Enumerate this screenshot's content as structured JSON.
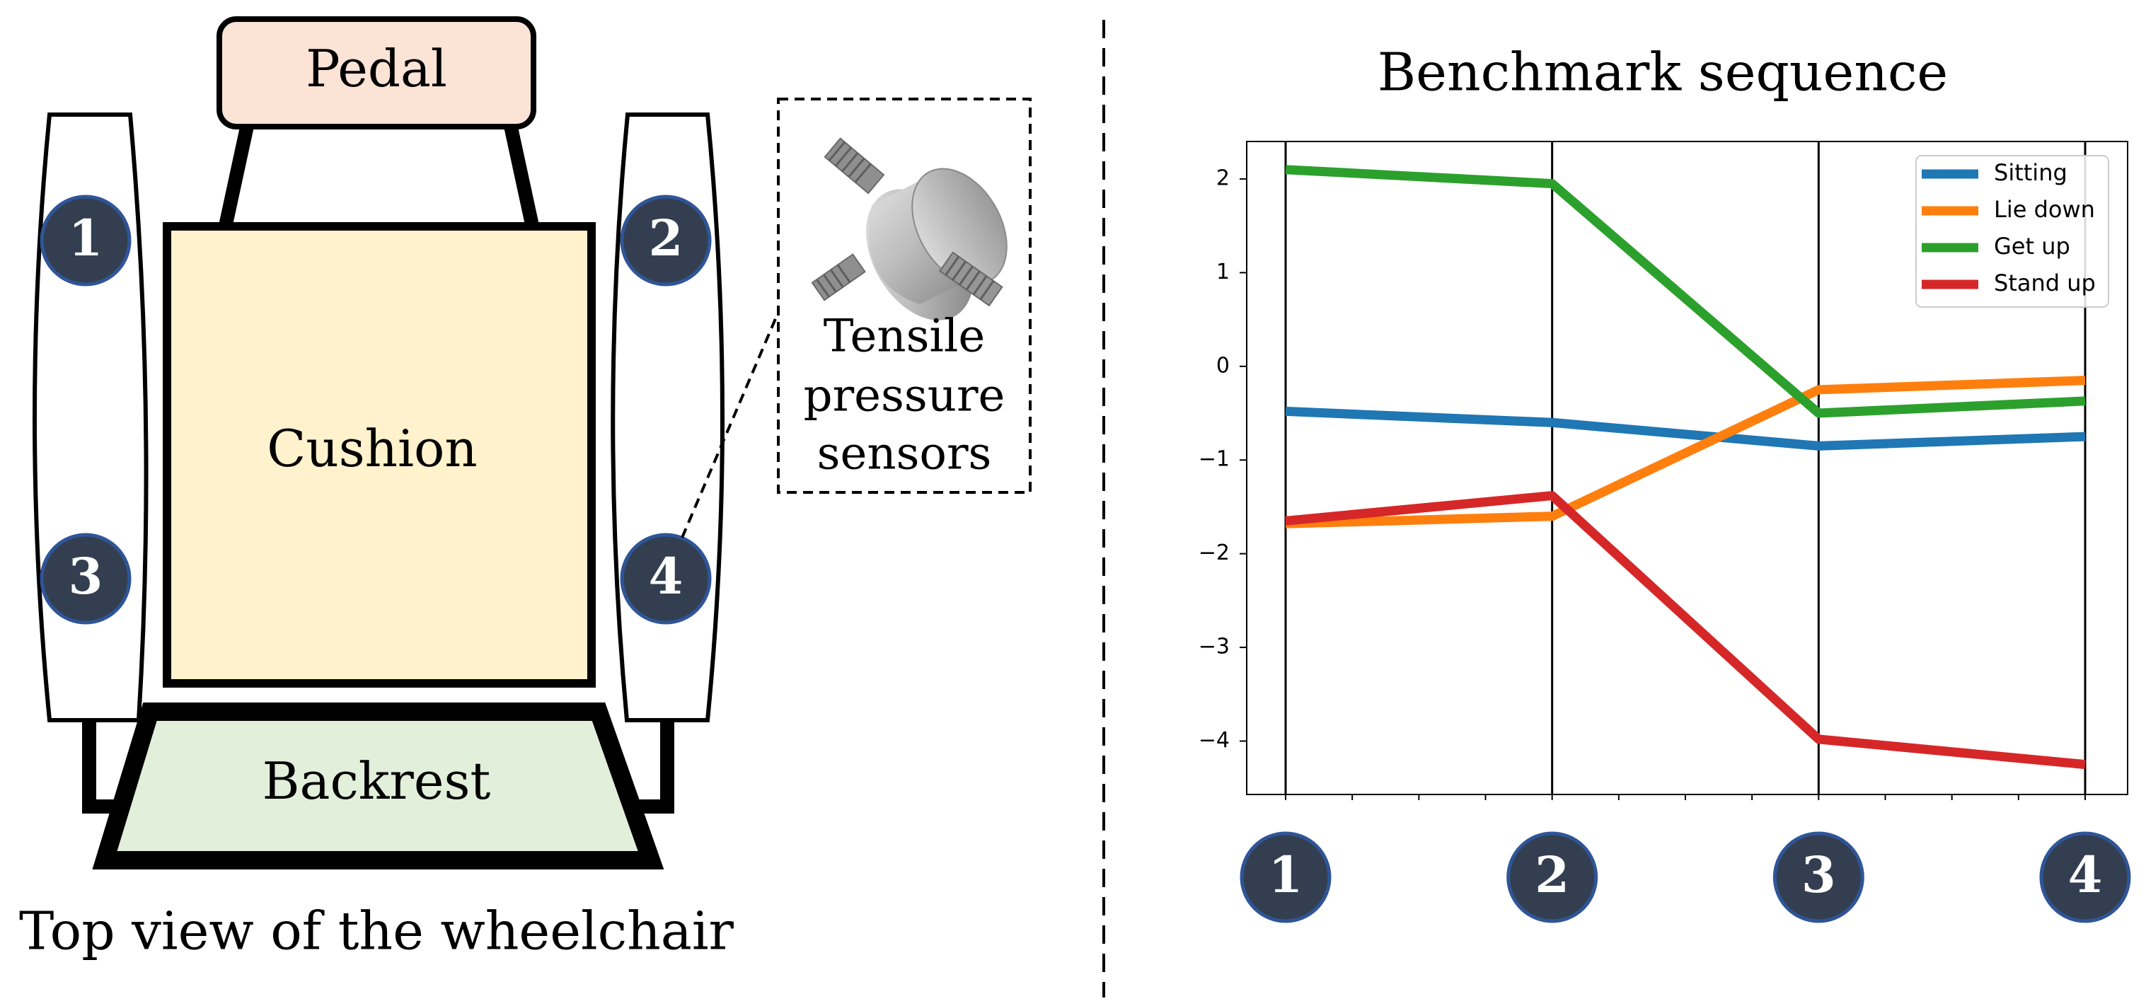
{
  "left_panel": {
    "pedal_label": "Pedal",
    "cushion_label": "Cushion",
    "backrest_label": "Backrest",
    "caption": "Top view of the wheelchair",
    "sensor_labels": [
      "1",
      "2",
      "3",
      "4"
    ],
    "sensor_callout": {
      "line1": "Tensile",
      "line2": "pressure",
      "line3": "sensors"
    }
  },
  "colors": {
    "pedal_fill": "#fbe3d6",
    "cushion_fill": "#fff2cc",
    "backrest_fill": "#e2efda",
    "badge_fill": "#333f50",
    "badge_stroke": "#2f5597",
    "sitting": "#1f77b4",
    "lie_down": "#ff7f0e",
    "get_up": "#2ca02c",
    "stand_up": "#d62728"
  },
  "chart_data": {
    "type": "line",
    "title": "Benchmark sequence",
    "xlabel": "",
    "ylabel": "",
    "x": [
      1,
      2,
      3,
      4
    ],
    "x_tick_labels": [
      "1",
      "2",
      "3",
      "4"
    ],
    "y_ticks": [
      2,
      1,
      0,
      -1,
      -2,
      -3,
      -4
    ],
    "y_tick_labels": [
      "2",
      "1",
      "0",
      "−1",
      "−2",
      "−3",
      "−4"
    ],
    "ylim": [
      -4.57,
      2.4
    ],
    "xlim": [
      1,
      4
    ],
    "grid": "vertical lines at x ticks",
    "legend_position": "top-right",
    "series": [
      {
        "name": "Sitting",
        "color": "#1f77b4",
        "values": [
          -0.48,
          -0.6,
          -0.85,
          -0.75
        ]
      },
      {
        "name": "Lie down",
        "color": "#ff7f0e",
        "values": [
          -1.68,
          -1.6,
          -0.25,
          -0.15
        ]
      },
      {
        "name": "Get up",
        "color": "#2ca02c",
        "values": [
          2.1,
          1.95,
          -0.5,
          -0.37
        ]
      },
      {
        "name": "Stand up",
        "color": "#d62728",
        "values": [
          -1.65,
          -1.38,
          -3.98,
          -4.25
        ]
      }
    ]
  }
}
